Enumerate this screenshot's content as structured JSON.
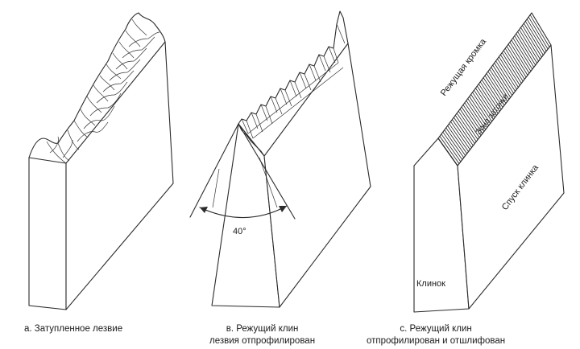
{
  "angle_label": "40°",
  "labels_c": {
    "cutting_edge": "Режущая кромка",
    "sharpening_zone": "Зона заточки",
    "blade_descent": "Спуск клинка",
    "blade": "Клинок"
  },
  "captions": {
    "a": "а. Затупленное лезвие",
    "b_line1": "в. Режущий клин",
    "b_line2": "лезвия отпрофилирован",
    "c_line1": "с. Режущий клин",
    "c_line2": "отпрофилирован и отшлифован"
  }
}
